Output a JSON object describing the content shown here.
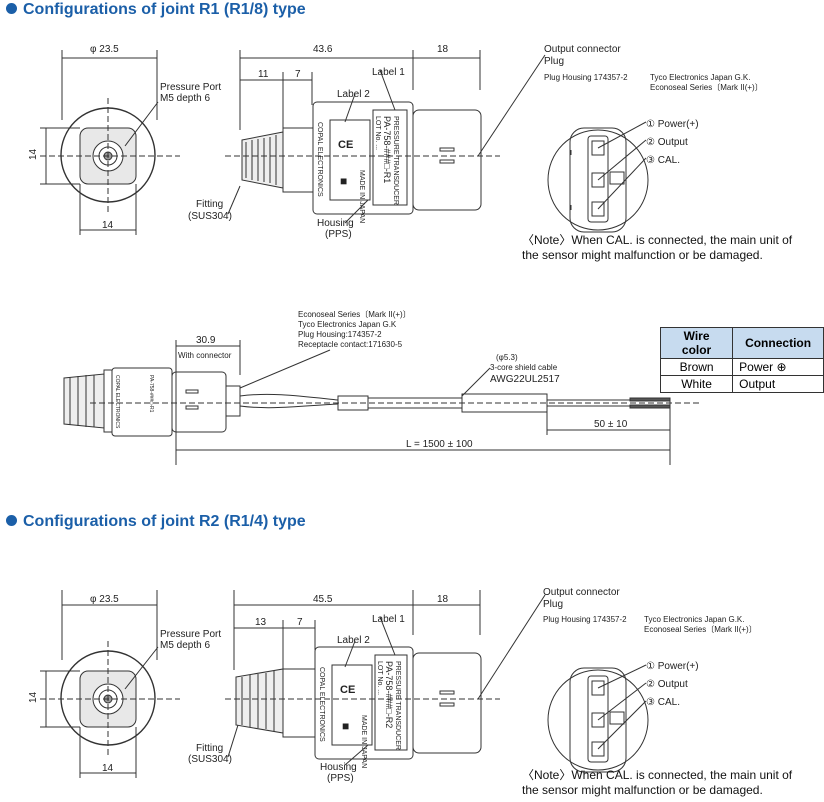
{
  "sections": [
    {
      "title": "Configurations of joint R1 (R1/8) type",
      "dia": "φ 23.5",
      "pressure_port": [
        "Pressure Port",
        "M5 depth 6"
      ],
      "dim_14_v": "14",
      "dim_14_h": "14",
      "fitting": [
        "Fitting",
        "(SUS304)"
      ],
      "dim_total": "43.6",
      "dim_18": "18",
      "dim_a": "11",
      "dim_b": "7",
      "label1": "Label 1",
      "label2": "Label 2",
      "housing": [
        "Housing",
        "(PPS)"
      ],
      "body_brand": "COPAL ELECTRONICS",
      "body_country": "MADE IN JAPAN",
      "body_product": "PRESSURE TRANSDUCER",
      "body_model": "PA-758-###□-R1",
      "body_lot": "LOT No. ...",
      "output_connector": "Output connector",
      "plug": "Plug",
      "plug_housing": "Plug Housing 174357-2",
      "tyco": [
        "Tyco Electronics Japan G.K.",
        "Econoseal Series〔Mark II(+)〕"
      ],
      "pins": [
        "① Power(+)",
        "② Output",
        "③ CAL."
      ],
      "note": [
        "〈Note〉When CAL. is connected, the main unit of",
        "the sensor might malfunction or be damaged."
      ]
    },
    {
      "title": "Configurations of joint R2 (R1/4) type",
      "dia": "φ 23.5",
      "pressure_port": [
        "Pressure Port",
        "M5 depth 6"
      ],
      "dim_14_v": "14",
      "dim_14_h": "14",
      "fitting": [
        "Fitting",
        "(SUS304)"
      ],
      "dim_total": "45.5",
      "dim_18": "18",
      "dim_a": "13",
      "dim_b": "7",
      "label1": "Label 1",
      "label2": "Label 2",
      "housing": [
        "Housing",
        "(PPS)"
      ],
      "body_brand": "COPAL ELECTRONICS",
      "body_country": "MADE IN JAPAN",
      "body_product": "PRESSURE TRANSDUCER",
      "body_model": "PA-758-###□-R2",
      "body_lot": "LOT No. ...",
      "output_connector": "Output connector",
      "plug": "Plug",
      "plug_housing": "Plug Housing 174357-2",
      "tyco": [
        "Tyco Electronics Japan G.K.",
        "Econoseal Series〔Mark II(+)〕"
      ],
      "pins": [
        "① Power(+)",
        "② Output",
        "③ CAL."
      ],
      "note": [
        "〈Note〉When CAL. is connected, the main unit of",
        "the sensor might malfunction or be damaged."
      ]
    }
  ],
  "cable": {
    "econoseal": [
      "Econoseal Series〔Mark II(+)〕",
      "Tyco Electronics Japan G.K",
      "Plug Housing:174357-2",
      "Receptacle contact:171630-5"
    ],
    "dim_with_connector": "30.9",
    "with_connector": "With connector",
    "cable_dia": "(φ5.3)",
    "cable_desc": "3-core shield cable",
    "awg": "AWG22UL2517",
    "dim_strip": "50 ± 10",
    "dim_length": "L = 1500 ± 100"
  },
  "wire_table": {
    "headers": [
      "Wire color",
      "Connection"
    ],
    "rows": [
      [
        "Brown",
        "Power ⊕"
      ],
      [
        "White",
        "Output"
      ]
    ]
  }
}
